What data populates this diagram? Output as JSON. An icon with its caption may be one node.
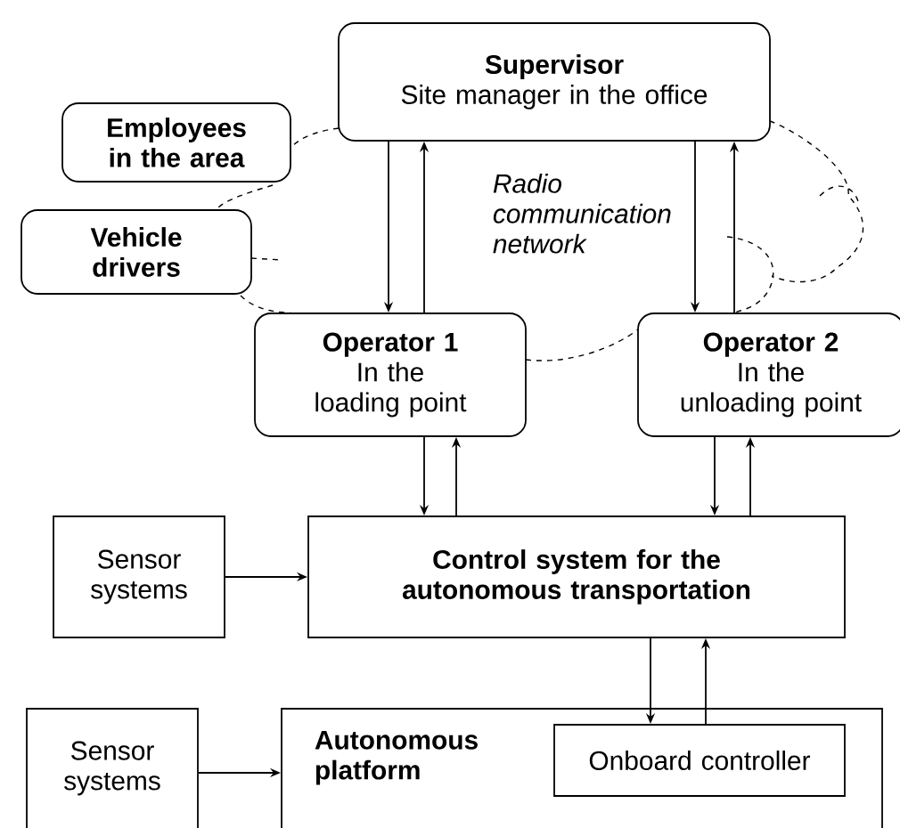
{
  "diagram": {
    "nodes": [
      {
        "text": [
          "Supervisor",
          "Site manager in the office"
        ]
      },
      {
        "text": [
          "Employees in the area"
        ]
      },
      {
        "text": [
          "Vehicle drivers"
        ]
      },
      {
        "text": [
          "Operator 1",
          "In the loading point"
        ]
      },
      {
        "text": [
          "Operator 2",
          "In the unloading point"
        ]
      },
      {
        "text": [
          "Sensor systems"
        ]
      },
      {
        "text": [
          "Control system for the autonomous transportation"
        ]
      },
      {
        "text": [
          "Sensor systems"
        ]
      },
      {
        "text": [
          "Autonomous platform"
        ]
      },
      {
        "text": [
          "Onboard controller"
        ],
        "in": 8
      }
    ],
    "edges": [
      {
        "from": 0,
        "to": 3,
        "arrow": "to"
      },
      {
        "from": 3,
        "to": 0,
        "arrow": "to"
      },
      {
        "from": 0,
        "to": 4,
        "arrow": "to"
      },
      {
        "from": 4,
        "to": 0,
        "arrow": "to"
      },
      {
        "from": 3,
        "to": 6,
        "arrow": "to"
      },
      {
        "from": 6,
        "to": 3,
        "arrow": "to"
      },
      {
        "from": 4,
        "to": 6,
        "arrow": "to"
      },
      {
        "from": 6,
        "to": 4,
        "arrow": "to"
      },
      {
        "from": 5,
        "to": 6,
        "arrow": "to"
      },
      {
        "from": 6,
        "to": 9,
        "arrow": "to"
      },
      {
        "from": 9,
        "to": 6,
        "arrow": "to"
      },
      {
        "from": 7,
        "to": 8,
        "arrow": "to"
      }
    ],
    "labels": [
      "Radio communication network"
    ]
  }
}
